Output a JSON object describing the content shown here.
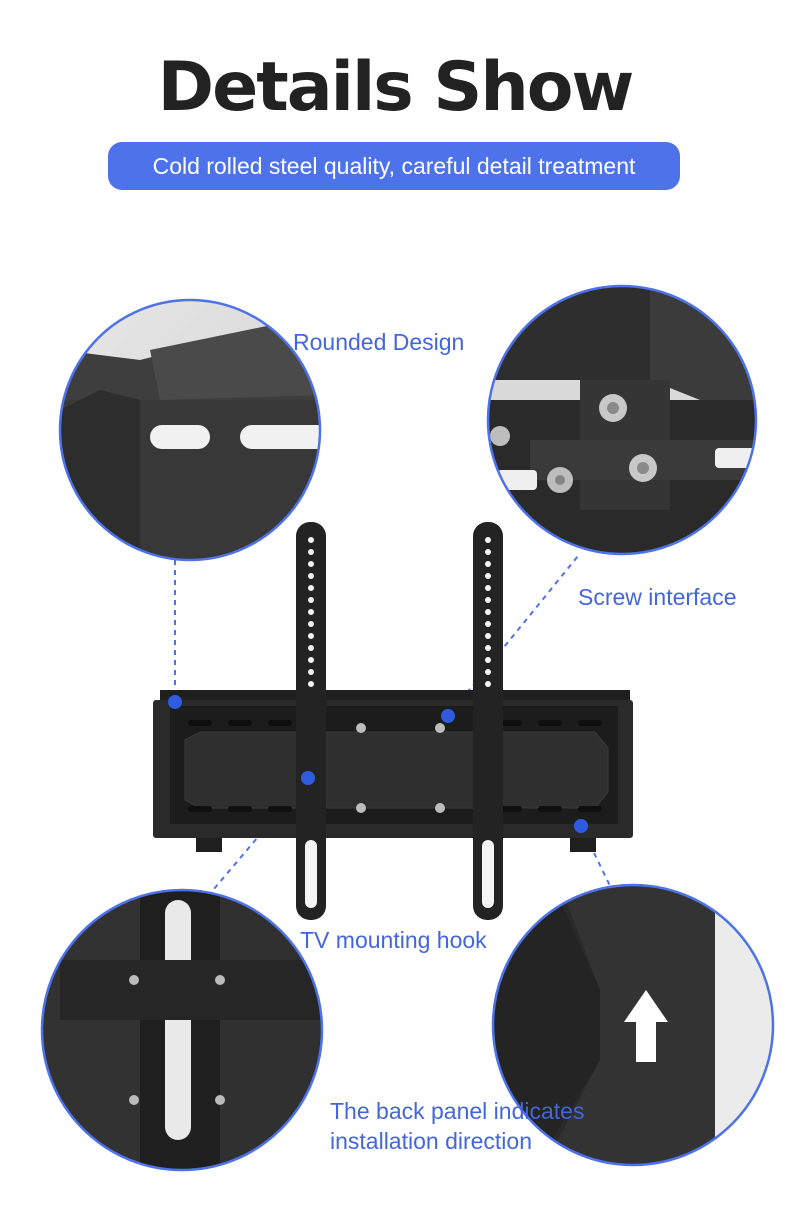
{
  "header": {
    "title": "Details Show",
    "subtitle": "Cold rolled steel quality, careful detail treatment"
  },
  "callouts": {
    "rounded_design": "Rounded Design",
    "screw_interface": "Screw interface",
    "tv_mounting_hook": "TV mounting hook",
    "back_panel_line1": "The back panel indicates",
    "back_panel_line2": "installation direction"
  },
  "colors": {
    "accent": "#4d72ea",
    "callout_text": "#4466dd",
    "steel": "#2b2b2b"
  }
}
